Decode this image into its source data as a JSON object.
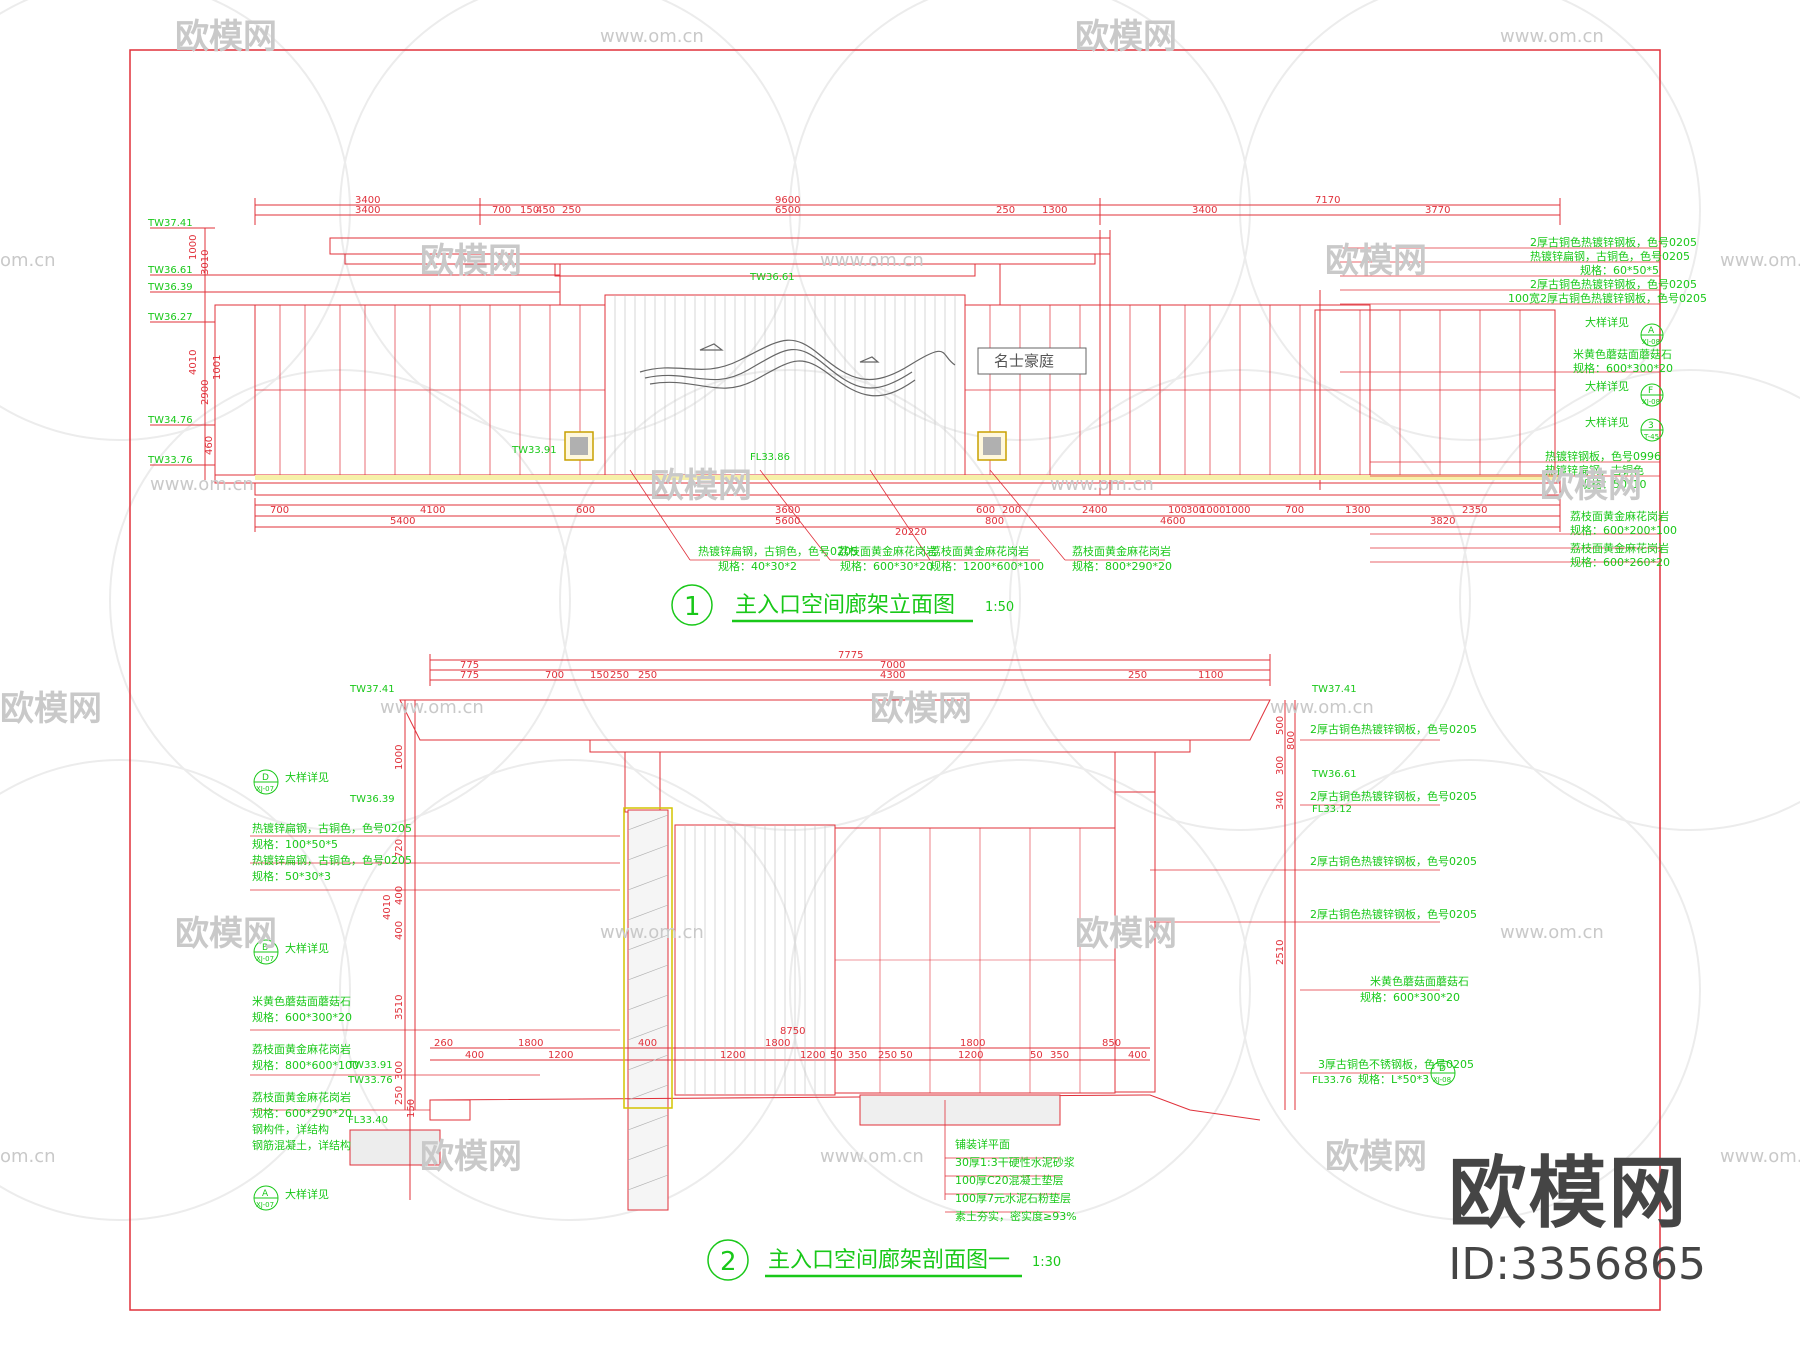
{
  "watermark": {
    "brand": "欧模网",
    "url": "www.om.cn",
    "url_short": "om.cn"
  },
  "brand_mark": {
    "logo": "欧模网",
    "id": "ID:3356865"
  },
  "drawing1": {
    "number": "1",
    "title": "主入口空间廊架立面图",
    "scale": "1:50",
    "top_dims_row1": [
      "3400",
      "9600",
      "7170"
    ],
    "top_dims_row2": [
      "3400",
      "700",
      "150",
      "450",
      "250",
      "6500",
      "250",
      "1300",
      "3400",
      "3770"
    ],
    "bottom_dims_row1": [
      "700",
      "4100",
      "600",
      "3600",
      "600",
      "200",
      "2400",
      "100",
      "300",
      "1000",
      "1000",
      "700",
      "1300",
      "2350"
    ],
    "bottom_dims_row2": [
      "5400",
      "5600",
      "800",
      "4600",
      "3820"
    ],
    "total_width": "20220",
    "levels": [
      "TW37.41",
      "TW36.61",
      "TW36.39",
      "TW36.27",
      "TW34.76",
      "TW33.76",
      "TW33.91",
      "FL33.86",
      "TW36.61"
    ],
    "sign_text": "名士豪庭",
    "left_heights": [
      "1000",
      "3010",
      "4010",
      "2900",
      "1001",
      "460"
    ],
    "right_notes": [
      "2厚古铜色热镀锌钢板，色号0205",
      "热镀锌扁钢，古铜色，色号0205",
      "规格：60*50*5",
      "2厚古铜色热镀锌钢板，色号0205",
      "100宽2厚古铜色热镀锌钢板，色号0205",
      "大样详见",
      "米黄色蘑菇面蘑菇石",
      "规格：600*300*20",
      "大样详见",
      "大样详见",
      "热镀锌钢板，色号0996",
      "热镀锌扁钢，古铜色",
      "规格：50*10",
      "荔枝面黄金麻花岗岩",
      "规格：600*200*100",
      "荔枝面黄金麻花岗岩",
      "规格：600*260*20"
    ],
    "bottom_notes": [
      {
        "line1": "热镀锌扁钢，古铜色，色号0205",
        "line2": "规格：40*30*2"
      },
      {
        "line1": "荔枝面黄金麻花岗岩",
        "line2": "规格：600*30*20"
      },
      {
        "line1": "荔枝面黄金麻花岗岩",
        "line2": "规格：1200*600*100"
      },
      {
        "line1": "荔枝面黄金麻花岗岩",
        "line2": "规格：800*290*20"
      }
    ],
    "callouts": [
      {
        "top": "A",
        "bottom": "XJ-08"
      },
      {
        "top": "F",
        "bottom": "XJ-08"
      },
      {
        "top": "3",
        "bottom": "T-45"
      }
    ]
  },
  "drawing2": {
    "number": "2",
    "title": "主入口空间廊架剖面图一",
    "scale": "1:30",
    "top_total": "7775",
    "top_dims_row1": [
      "775",
      "7000"
    ],
    "top_dims_row2": [
      "775",
      "700",
      "150",
      "250",
      "250",
      "4300",
      "250",
      "1100"
    ],
    "levels": [
      "TW37.41",
      "TW37.41",
      "TW36.61",
      "TW36.39",
      "FL33.12",
      "TW33.91",
      "TW33.76",
      "FL33.40",
      "FL33.76"
    ],
    "left_notes": [
      "大样详见",
      "热镀锌扁钢，古铜色，色号0205",
      "规格：100*50*5",
      "热镀锌扁钢，古铜色，色号0205",
      "规格：50*30*3",
      "大样详见",
      "米黄色蘑菇面蘑菇石",
      "规格：600*300*20",
      "荔枝面黄金麻花岗岩",
      "规格：800*600*100",
      "荔枝面黄金麻花岗岩",
      "规格：600*290*20",
      "钢构件，详结构",
      "钢筋混凝土，详结构",
      "大样详见"
    ],
    "right_notes": [
      "2厚古铜色热镀锌钢板，色号0205",
      "2厚古铜色热镀锌钢板，色号0205",
      "2厚古铜色热镀锌钢板，色号0205",
      "2厚古铜色热镀锌钢板，色号0205",
      "米黄色蘑菇面蘑菇石",
      "规格：600*300*20",
      "3厚古铜色不锈钢板，色号0205",
      "规格：L*50*3"
    ],
    "paving_notes": [
      "铺装详平面",
      "30厚1:3干硬性水泥砂浆",
      "100厚C20混凝土垫层",
      "100厚7元水泥石粉垫层",
      "素土夯实，密实度≥93%"
    ],
    "bottom_dims": [
      "260",
      "400",
      "1800",
      "1200",
      "400",
      "1200",
      "8750",
      "1800",
      "1200",
      "50",
      "350",
      "250",
      "50",
      "1800",
      "1200",
      "50",
      "350",
      "850",
      "400"
    ],
    "left_heights": [
      "1000",
      "720",
      "400",
      "400",
      "4010",
      "3510",
      "300",
      "250",
      "150"
    ],
    "right_heights": [
      "500",
      "800",
      "300",
      "340",
      "2510"
    ],
    "callouts": [
      {
        "top": "D",
        "bottom": "XJ-07"
      },
      {
        "top": "B",
        "bottom": "XJ-07"
      },
      {
        "top": "A",
        "bottom": "XJ-07"
      },
      {
        "top": "D",
        "bottom": "XJ-08"
      }
    ]
  }
}
